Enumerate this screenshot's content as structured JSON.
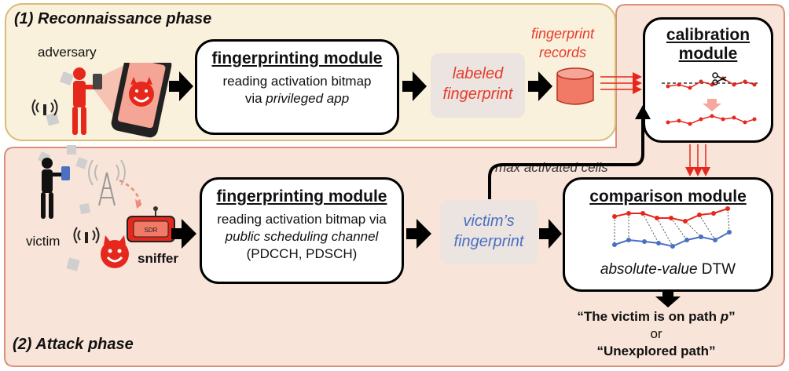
{
  "recon": {
    "title": "(1) Reconnaissance phase",
    "adversary_label": "adversary",
    "module": {
      "title": "fingerprinting module",
      "line1": "reading activation bitmap",
      "line2_prefix": "via ",
      "line2_italic": "privileged app"
    },
    "labeled_fp": [
      "labeled",
      "fingerprint"
    ],
    "records_label": [
      "fingerprint",
      "records"
    ]
  },
  "attack": {
    "title": "(2) Attack phase",
    "victim_label": "victim",
    "sniffer_label": "sniffer",
    "sdr_label": "SDR",
    "module": {
      "title": "fingerprinting module",
      "line1": "reading activation bitmap via",
      "line2": "public scheduling channel",
      "line3": "(PDCCH, PDSCH)"
    },
    "victim_fp": [
      "victim’s",
      "fingerprint"
    ],
    "max_cells": "max activated cells"
  },
  "calibration": {
    "title": [
      "calibration",
      "module"
    ]
  },
  "comparison": {
    "title": "comparison module",
    "caption_italic": "absolute-value",
    "caption_rest": " DTW"
  },
  "result": {
    "line1_prefix": "“The victim is on path ",
    "line1_var": "p",
    "line1_suffix": "”",
    "or": "or",
    "line2": "“Unexplored path”"
  },
  "colors": {
    "recon_bg": "#faf1dc",
    "attack_bg": "#f8e4d8",
    "accent_red": "#e53b2b",
    "accent_blue": "#4a70c0",
    "fingerprint_bg": "#ece4e0"
  },
  "icons": [
    "adversary-person-icon",
    "smartphone-devil-icon",
    "cell-tower-icon",
    "wifi-signal-icon",
    "victim-person-icon",
    "sdr-sniffer-icon",
    "devil-face-icon",
    "database-cylinder-icon",
    "scissors-icon",
    "arrow-icon"
  ]
}
